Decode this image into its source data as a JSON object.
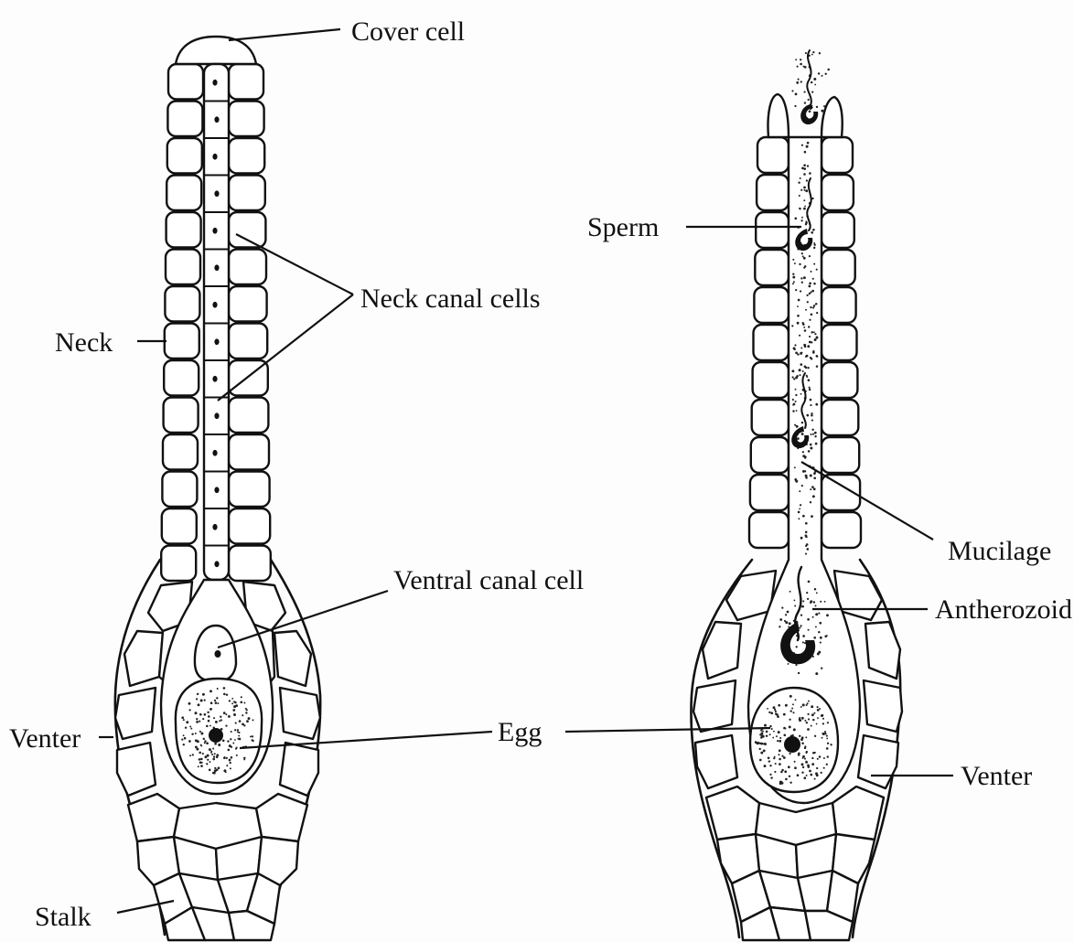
{
  "diagrams": [
    {
      "name": "unfertilized-archegonium",
      "labels": {
        "cover_cell": "Cover cell",
        "neck_canal_cells": "Neck canal cells",
        "neck": "Neck",
        "ventral_canal_cell": "Ventral canal cell",
        "venter": "Venter",
        "egg": "Egg",
        "stalk": "Stalk"
      }
    },
    {
      "name": "mature-archegonium-with-sperm",
      "labels": {
        "sperm": "Sperm",
        "mucilage": "Mucilage",
        "antherozoid": "Antherozoid",
        "venter": "Venter"
      }
    }
  ],
  "colors": {
    "ink": "#111111",
    "paper": "#fdfdfd"
  }
}
